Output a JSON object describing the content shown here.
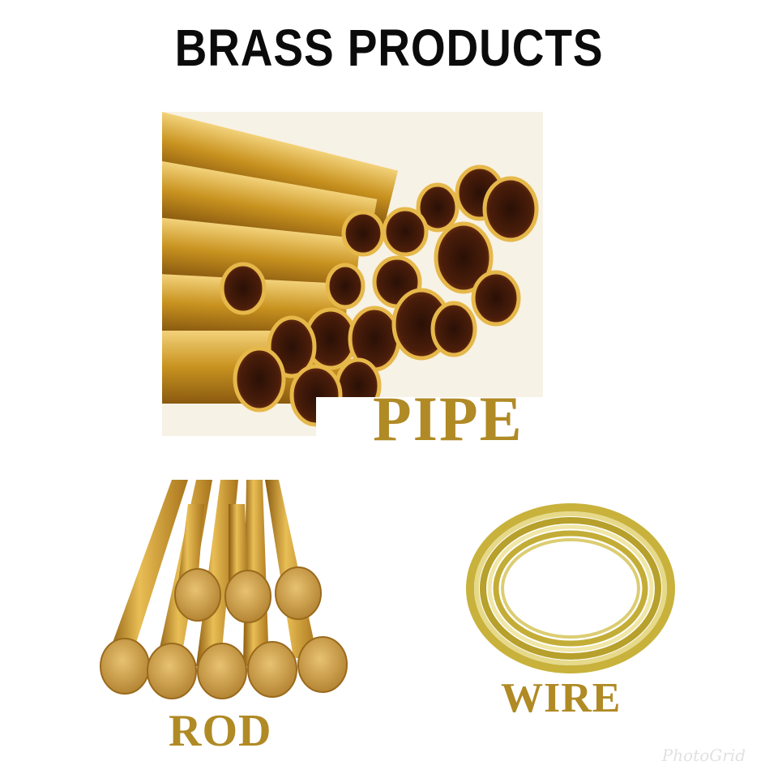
{
  "title": "BRASS PRODUCTS",
  "products": [
    {
      "label": "PIPE",
      "icon": "brass-pipe-bundle-image"
    },
    {
      "label": "ROD",
      "icon": "brass-rod-bundle-image"
    },
    {
      "label": "WIRE",
      "icon": "brass-wire-coil-image"
    }
  ],
  "colors": {
    "label_gold": "#b08a25",
    "title": "#0b0b0b",
    "brass": "#d9a93a"
  },
  "watermark": "PhotoGrid"
}
